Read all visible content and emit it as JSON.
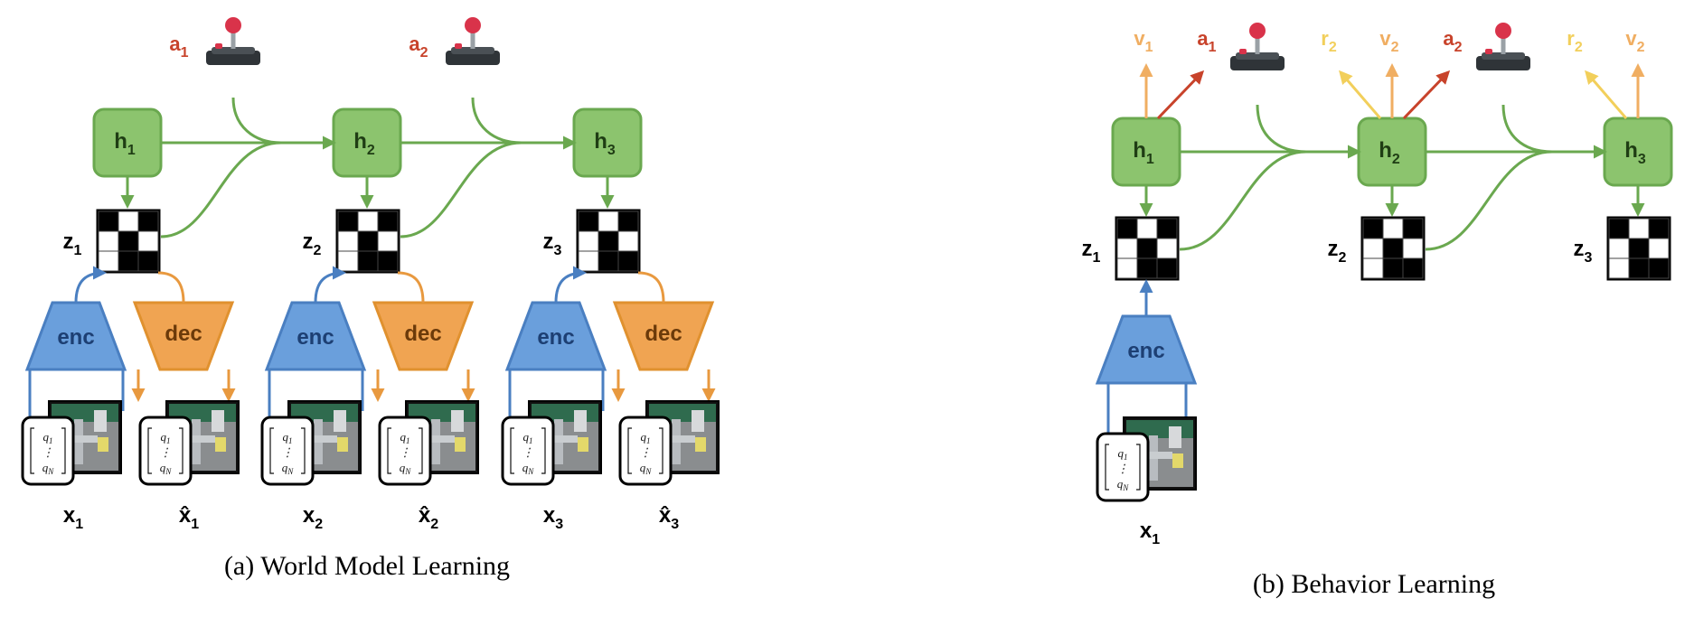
{
  "panels": {
    "a": {
      "caption": "(a) World Model Learning",
      "steps": [
        {
          "h": "h",
          "h_sub": "1",
          "z": "z",
          "z_sub": "1",
          "x": "x",
          "x_sub": "1",
          "xhat": "x̂",
          "xhat_sub": "1",
          "enc": "enc",
          "dec": "dec",
          "action": "a",
          "action_sub": "1"
        },
        {
          "h": "h",
          "h_sub": "2",
          "z": "z",
          "z_sub": "2",
          "x": "x",
          "x_sub": "2",
          "xhat": "x̂",
          "xhat_sub": "2",
          "enc": "enc",
          "dec": "dec",
          "action": "a",
          "action_sub": "2"
        },
        {
          "h": "h",
          "h_sub": "3",
          "z": "z",
          "z_sub": "3",
          "x": "x",
          "x_sub": "3",
          "xhat": "x̂",
          "xhat_sub": "3",
          "enc": "enc",
          "dec": "dec"
        }
      ]
    },
    "b": {
      "caption": "(b) Behavior Learning",
      "steps": [
        {
          "h": "h",
          "h_sub": "1",
          "z": "z",
          "z_sub": "1",
          "x": "x",
          "x_sub": "1",
          "enc": "enc",
          "value": "v",
          "value_sub": "1",
          "action": "a",
          "action_sub": "1"
        },
        {
          "h": "h",
          "h_sub": "2",
          "z": "z",
          "z_sub": "2",
          "reward": "r",
          "reward_sub": "2",
          "value": "v",
          "value_sub": "2",
          "action": "a",
          "action_sub": "2"
        },
        {
          "h": "h",
          "h_sub": "3",
          "z": "z",
          "z_sub": "3",
          "reward": "r",
          "reward_sub": "2",
          "value": "v",
          "value_sub": "2"
        }
      ]
    }
  },
  "proprio_vector": {
    "top": "q",
    "top_sub": "1",
    "mid": "⋮",
    "bottom": "q",
    "bottom_sub": "N"
  },
  "colors": {
    "h_fill": "#8cc46e",
    "h_stroke": "#6aa84f",
    "recurrent_arrow": "#6aa84f",
    "enc_fill": "#6a9fdc",
    "enc_stroke": "#4a7fc1",
    "dec_fill": "#f0a452",
    "dec_stroke": "#e0912f",
    "action_arrow": "#c8432b",
    "value_arrow": "#f0ae62",
    "reward_arrow": "#f2cf5b",
    "joystick_knob": "#d9334a",
    "joystick_base": "#2f3438"
  },
  "icons": [
    "joystick-icon",
    "latent-grid-icon",
    "robot-camera-image",
    "proprio-vector-icon"
  ]
}
